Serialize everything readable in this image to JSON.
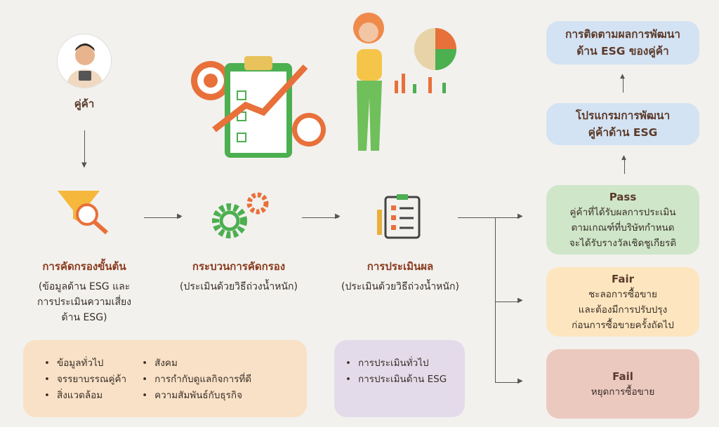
{
  "supplier": {
    "label": "คู่ค้า"
  },
  "steps": [
    {
      "title": "การคัดกรองขั้นต้น",
      "subtitle": [
        "(ข้อมูลด้าน ESG และ",
        "การประเมินความเสี่ยง",
        "ด้าน ESG)"
      ]
    },
    {
      "title": "กระบวนการคัดกรอง",
      "subtitle": [
        "(ประเมินด้วยวิธีถ่วงน้ำหนัก)"
      ]
    },
    {
      "title": "การประเมินผล",
      "subtitle": [
        "(ประเมินด้วยวิธีถ่วงน้ำหนัก)"
      ]
    }
  ],
  "screening_items": {
    "col1": [
      "ข้อมูลทั่วไป",
      "จรรยาบรรณคู่ค้า",
      "สิ่งแวดล้อม"
    ],
    "col2": [
      "สังคม",
      "การกำกับดูแลกิจการที่ดี",
      "ความสัมพันธ์กับธุรกิจ"
    ]
  },
  "evaluation_items": [
    "การประเมินทั่วไป",
    "การประเมินด้าน ESG"
  ],
  "right": {
    "monitoring": [
      "การติดตามผลการพัฒนา",
      "ด้าน ESG ของคู่ค้า"
    ],
    "program": [
      "โปรแกรมการพัฒนา",
      "คู่ค้าด้าน ESG"
    ],
    "pass": {
      "title": "Pass",
      "lines": [
        "คู่ค้าที่ได้รับผลการประเมิน",
        "ตามเกณฑ์ที่บริษัทกำหนด",
        "จะได้รับรางวัลเชิดชูเกียรติ"
      ]
    },
    "fair": {
      "title": "Fair",
      "lines": [
        "ชะลอการซื้อขาย",
        "และต้องมีการปรับปรุง",
        "ก่อนการซื้อขายครั้งถัดไป"
      ]
    },
    "fail": {
      "title": "Fail",
      "lines": [
        "หยุดการซื้อขาย"
      ]
    }
  },
  "colors": {
    "title": "#8a3a1c",
    "blue": "#d4e3f3",
    "green": "#cfe6c9",
    "yellow": "#fde6bf",
    "red": "#ecc9bf",
    "orange": "#f8e1c6",
    "purple": "#e4dbea"
  }
}
